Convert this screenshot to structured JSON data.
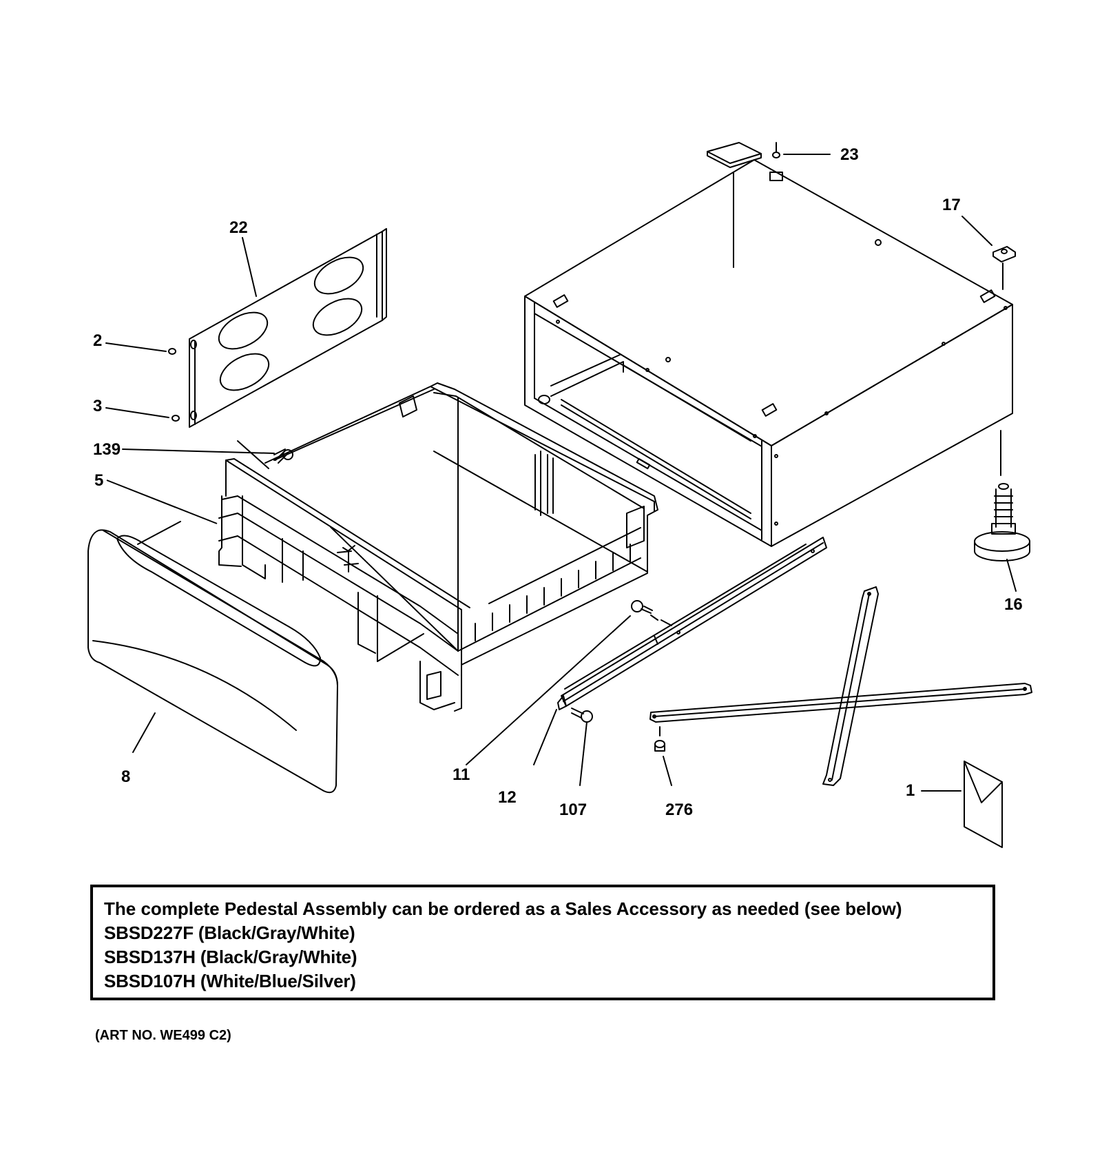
{
  "callouts": {
    "c1": "1",
    "c2": "2",
    "c3": "3",
    "c5": "5",
    "c8": "8",
    "c11": "11",
    "c12": "12",
    "c16": "16",
    "c17": "17",
    "c22": "22",
    "c23": "23",
    "c107": "107",
    "c139": "139",
    "c276": "276"
  },
  "note": {
    "line1": "The complete Pedestal Assembly can be ordered as a Sales Accessory as needed (see below)",
    "line2": "SBSD227F (Black/Gray/White)",
    "line3": "SBSD137H (Black/Gray/White)",
    "line4": "SBSD107H (White/Blue/Silver)"
  },
  "art_number": "(ART NO. WE499 C2)"
}
